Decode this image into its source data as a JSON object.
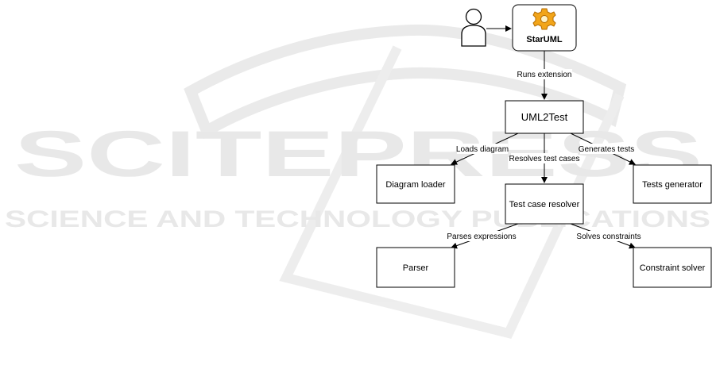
{
  "watermark": {
    "line1": "SCITEPRESS",
    "line2": "SCIENCE AND TECHNOLOGY PUBLICATIONS"
  },
  "nodes": {
    "staruml": "StarUML",
    "uml2test": "UML2Test",
    "diagram_loader": "Diagram loader",
    "test_case_resolver": "Test case resolver",
    "tests_generator": "Tests generator",
    "parser": "Parser",
    "constraint_solver": "Constraint solver"
  },
  "edges": {
    "runs_extension": "Runs extension",
    "loads_diagram": "Loads diagram",
    "resolves_test_cases": "Resolves test cases",
    "generates_tests": "Generates tests",
    "parses_expressions": "Parses expressions",
    "solves_constraints": "Solves constraints"
  },
  "colors": {
    "gear": "#f2a51a",
    "watermark": "#e4e4e4"
  }
}
